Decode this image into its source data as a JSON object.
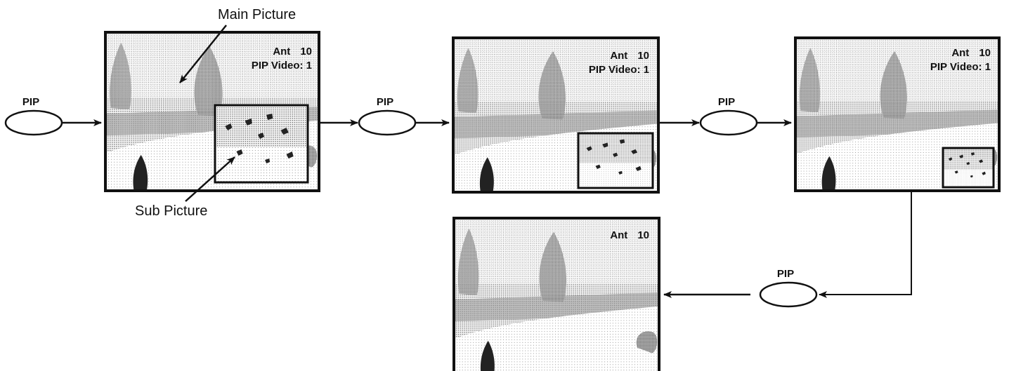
{
  "annotations": {
    "main_picture": "Main Picture",
    "sub_picture": "Sub Picture"
  },
  "pip_button_label": "PIP",
  "osd": {
    "ant": "Ant",
    "channel": "10",
    "pip_video": "PIP Video: 1"
  },
  "steps": [
    {
      "id": "step1",
      "sub_picture": "large",
      "shows_pip_video": true
    },
    {
      "id": "step2",
      "sub_picture": "medium",
      "shows_pip_video": true
    },
    {
      "id": "step3",
      "sub_picture": "small",
      "shows_pip_video": true
    },
    {
      "id": "step4",
      "sub_picture": "none",
      "shows_pip_video": false
    }
  ],
  "colors": {
    "ink": "#111111",
    "background": "#ffffff"
  }
}
